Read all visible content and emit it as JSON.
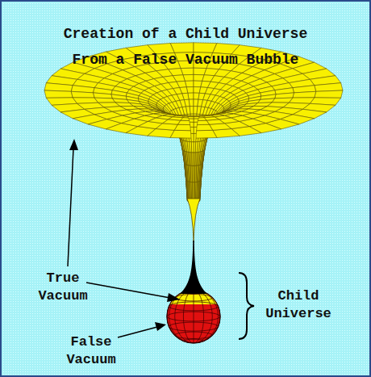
{
  "diagram": {
    "title": "Creation of a Child Universe From a False Vacuum Bubble",
    "labels": [
      "True Vacuum",
      "False Vacuum",
      "Child Universe"
    ]
  }
}
